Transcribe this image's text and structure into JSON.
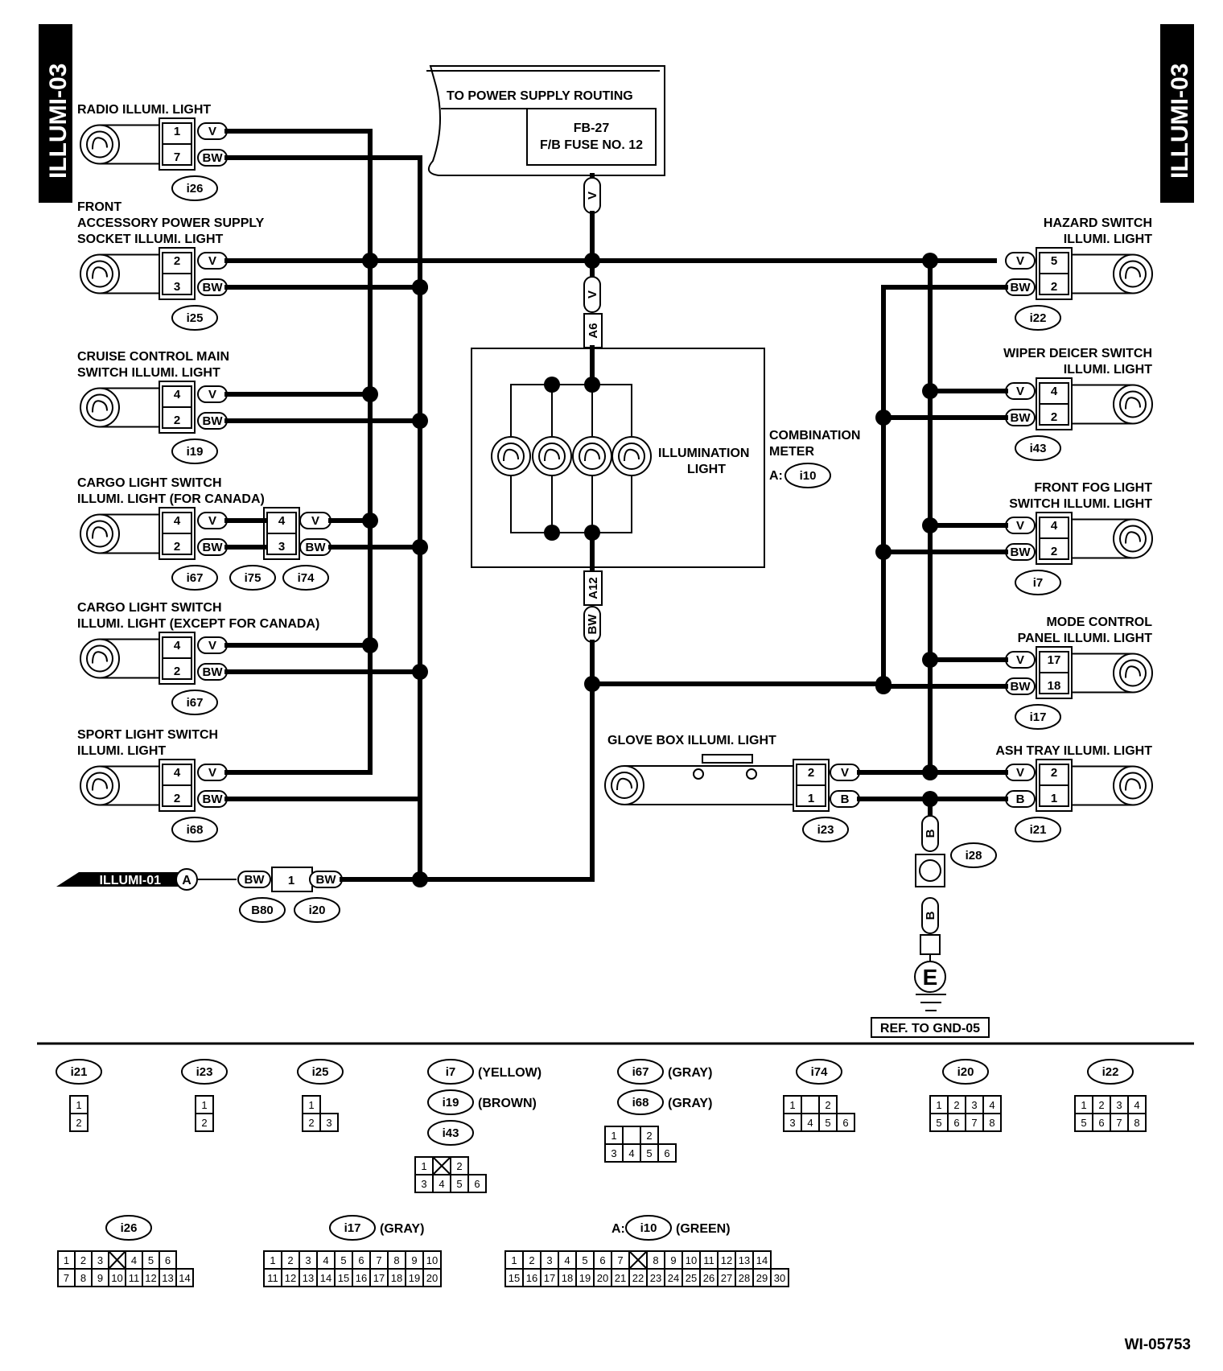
{
  "sheet": {
    "id": "ILLUMI-03",
    "figure_code": "WI-05753",
    "left_ref": "ILLUMI-01",
    "left_ref_marker": "A",
    "ground_marker": "E",
    "ground_ref": "REF. TO GND-05"
  },
  "power": {
    "title": "TO POWER SUPPLY ROUTING",
    "fuse_line1": "FB-27",
    "fuse_line2": "F/B FUSE NO. 12",
    "wire": "V"
  },
  "meter": {
    "name_line1": "COMBINATION",
    "name_line2": "METER",
    "connector_prefix": "A:",
    "connector": "i10",
    "lamp_line1": "ILLUMINATION",
    "lamp_line2": "LIGHT",
    "top_pin": "A6",
    "top_wire": "V",
    "bottom_pin": "A12",
    "bottom_wire": "BW"
  },
  "left_lights": [
    {
      "label": [
        "RADIO ILLUMI. LIGHT"
      ],
      "pins": [
        "1",
        "7"
      ],
      "wires": [
        "V",
        "BW"
      ],
      "connectors": [
        "i26"
      ]
    },
    {
      "label": [
        "FRONT",
        "ACCESSORY POWER SUPPLY",
        "SOCKET ILLUMI. LIGHT"
      ],
      "pins": [
        "2",
        "3"
      ],
      "wires": [
        "V",
        "BW"
      ],
      "connectors": [
        "i25"
      ]
    },
    {
      "label": [
        "CRUISE CONTROL MAIN",
        "SWITCH ILLUMI. LIGHT"
      ],
      "pins": [
        "4",
        "2"
      ],
      "wires": [
        "V",
        "BW"
      ],
      "connectors": [
        "i19"
      ]
    },
    {
      "label": [
        "CARGO LIGHT SWITCH",
        "ILLUMI. LIGHT (FOR CANADA)"
      ],
      "pins": [
        "4",
        "2"
      ],
      "wires": [
        "V",
        "BW"
      ],
      "connectors": [
        "i67",
        "i75",
        "i74"
      ],
      "inter_pins": [
        "4",
        "3"
      ]
    },
    {
      "label": [
        "CARGO LIGHT SWITCH",
        "ILLUMI. LIGHT (EXCEPT FOR CANADA)"
      ],
      "pins": [
        "4",
        "2"
      ],
      "wires": [
        "V",
        "BW"
      ],
      "connectors": [
        "i67"
      ]
    },
    {
      "label": [
        "SPORT LIGHT SWITCH",
        "ILLUMI. LIGHT"
      ],
      "pins": [
        "4",
        "2"
      ],
      "wires": [
        "V",
        "BW"
      ],
      "connectors": [
        "i68"
      ]
    }
  ],
  "right_lights": [
    {
      "label": [
        "HAZARD SWITCH",
        "ILLUMI. LIGHT"
      ],
      "pins": [
        "5",
        "2"
      ],
      "wires": [
        "V",
        "BW"
      ],
      "connector": "i22"
    },
    {
      "label": [
        "WIPER DEICER SWITCH",
        "ILLUMI. LIGHT"
      ],
      "pins": [
        "4",
        "2"
      ],
      "wires": [
        "V",
        "BW"
      ],
      "connector": "i43"
    },
    {
      "label": [
        "FRONT FOG LIGHT",
        "SWITCH ILLUMI. LIGHT"
      ],
      "pins": [
        "4",
        "2"
      ],
      "wires": [
        "V",
        "BW"
      ],
      "connector": "i7"
    },
    {
      "label": [
        "MODE CONTROL",
        "PANEL ILLUMI. LIGHT"
      ],
      "pins": [
        "17",
        "18"
      ],
      "wires": [
        "V",
        "BW"
      ],
      "connector": "i17"
    },
    {
      "label": [
        "ASH TRAY ILLUMI. LIGHT"
      ],
      "pins": [
        "2",
        "1"
      ],
      "wires": [
        "V",
        "B"
      ],
      "connector": "i21"
    }
  ],
  "glove": {
    "label": "GLOVE BOX ILLUMI. LIGHT",
    "pins": [
      "2",
      "1"
    ],
    "wires": [
      "V",
      "B"
    ],
    "connector": "i23"
  },
  "bottom_line": {
    "wire_left": "BW",
    "pin": "1",
    "wire_right": "BW",
    "connectors": [
      "B80",
      "i20"
    ]
  },
  "ground": {
    "wire1": "B",
    "connector": "i28",
    "wire2": "B"
  },
  "legend": {
    "row1": [
      {
        "ids": [
          "i21"
        ],
        "rows": [
          [
            "1"
          ],
          [
            "2"
          ]
        ]
      },
      {
        "ids": [
          "i23"
        ],
        "rows": [
          [
            "1"
          ],
          [
            "2"
          ]
        ]
      },
      {
        "ids": [
          "i25"
        ],
        "rows": [
          [
            "1"
          ],
          [
            "2",
            "3"
          ]
        ]
      },
      {
        "ids": [
          "i7",
          "i19",
          "i43"
        ],
        "notes": [
          "(YELLOW)",
          "(BROWN)",
          ""
        ],
        "rows": [
          [
            "1",
            "X",
            "2"
          ],
          [
            "3",
            "4",
            "5",
            "6"
          ]
        ]
      },
      {
        "ids": [
          "i67",
          "i68"
        ],
        "notes": [
          "(GRAY)",
          "(GRAY)"
        ],
        "rows": [
          [
            "1",
            "",
            "2"
          ],
          [
            "3",
            "4",
            "5",
            "6"
          ]
        ]
      },
      {
        "ids": [
          "i74"
        ],
        "rows": [
          [
            "1",
            "",
            "2"
          ],
          [
            "3",
            "4",
            "5",
            "6"
          ]
        ]
      },
      {
        "ids": [
          "i20"
        ],
        "rows": [
          [
            "1",
            "2",
            "3",
            "4"
          ],
          [
            "5",
            "6",
            "7",
            "8"
          ]
        ]
      },
      {
        "ids": [
          "i22"
        ],
        "rows": [
          [
            "1",
            "2",
            "3",
            "4"
          ],
          [
            "5",
            "6",
            "7",
            "8"
          ]
        ]
      }
    ],
    "i26": {
      "id": "i26",
      "rows": [
        [
          "1",
          "2",
          "3",
          "X",
          "4",
          "5",
          "6"
        ],
        [
          "7",
          "8",
          "9",
          "10",
          "11",
          "12",
          "13",
          "14"
        ]
      ]
    },
    "i17": {
      "id": "i17",
      "note": "(GRAY)",
      "rows": [
        [
          "1",
          "2",
          "3",
          "4",
          "5",
          "6",
          "7",
          "8",
          "9",
          "10"
        ],
        [
          "11",
          "12",
          "13",
          "14",
          "15",
          "16",
          "17",
          "18",
          "19",
          "20"
        ]
      ]
    },
    "i10": {
      "prefix": "A:",
      "id": "i10",
      "note": "(GREEN)",
      "rows": [
        [
          "1",
          "2",
          "3",
          "4",
          "5",
          "6",
          "7",
          "X",
          "8",
          "9",
          "10",
          "11",
          "12",
          "13",
          "14"
        ],
        [
          "15",
          "16",
          "17",
          "18",
          "19",
          "20",
          "21",
          "22",
          "23",
          "24",
          "25",
          "26",
          "27",
          "28",
          "29",
          "30"
        ]
      ]
    }
  }
}
